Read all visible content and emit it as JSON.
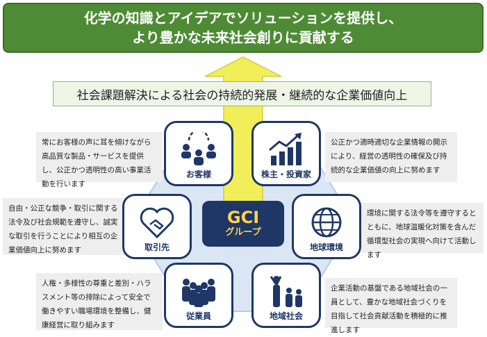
{
  "banner": {
    "line1": "化学の知識とアイデアでソリューションを提供し、",
    "line2": "より豊かな未来社会創りに貢献する"
  },
  "subbanner": "社会課題解決による社会の持続的発展・継続的な企業価値向上",
  "center": {
    "title": "GCI",
    "subtitle": "グループ"
  },
  "stakeholders": [
    {
      "key": "customer",
      "label": "お客様",
      "icon": "customer-group-icon",
      "description": "常にお客様の声に耳を傾けながら高品質な製品・サービスを提供し、公正かつ透明性の高い事業活動を行います"
    },
    {
      "key": "shareholders",
      "label": "株主・投資家",
      "icon": "bar-chart-growth-icon",
      "description": "公正かつ適時適切な企業情報の開示により、経営の透明性の確保及び持続的な企業価値の向上に努めます"
    },
    {
      "key": "partners",
      "label": "取引先",
      "icon": "handshake-heart-icon",
      "description": "自由・公正な競争・取引に関する法令及び社会規範を遵守し、誠実な取引を行うことにより相互の企業価値向上に努めます"
    },
    {
      "key": "environment",
      "label": "地球環境",
      "icon": "globe-icon",
      "description": "環境に関する法令等を遵守するとともに、地球温暖化対策を含んだ循環型社会の実現へ向けて活動します"
    },
    {
      "key": "employees",
      "label": "従業員",
      "icon": "employees-icon",
      "description": "人権・多様性の尊重と差別・ハラスメント等の排除によって安全で働きやすい職場環境を整備し、健康経営に取り組みます"
    },
    {
      "key": "community",
      "label": "地域社会",
      "icon": "community-family-icon",
      "description": "企業活動の基盤である地域社会の一員として、豊かな地域社会づくりを目指して社会貢献活動を積極的に推進します"
    }
  ],
  "colors": {
    "banner": "#4e8b35",
    "navy": "#1e3766",
    "gold": "#ffd34d",
    "arrow": "#f2ee5a",
    "hexagon": "#dbe6f5"
  }
}
